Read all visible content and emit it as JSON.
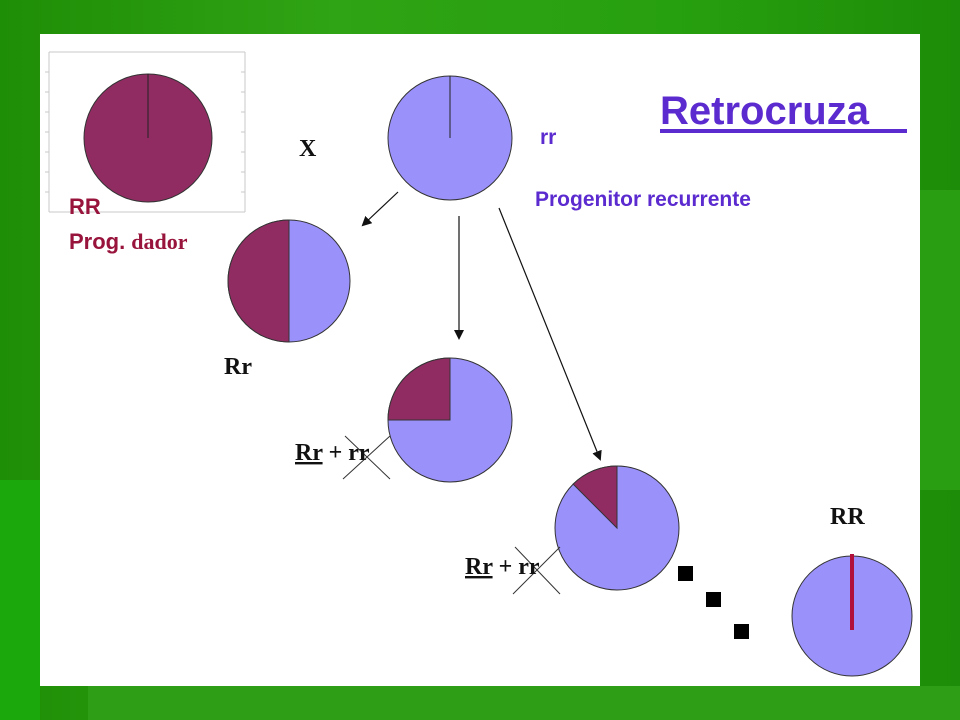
{
  "title": "Retrocruza",
  "colors": {
    "donor": "#912c62",
    "recurrent": "#9b91fb",
    "title": "#5b2bd0",
    "donor_label": "#98143c",
    "rr_marker": "#b0103a"
  },
  "labels": {
    "cross_symbol": "X",
    "recurrent_genotype": "rr",
    "recurrent_name": "Progenitor recurrente",
    "donor_genotype": "RR",
    "donor_name_a": "Prog.",
    "donor_name_b": "dador",
    "gen1_label": "Rr",
    "gen2_label_a": "Rr",
    "gen2_label_b": " + rr",
    "gen3_label_a": "Rr",
    "gen3_label_b": " + rr",
    "final_label": "RR"
  },
  "pies": [
    {
      "id": "donor",
      "donor_fraction": 1.0
    },
    {
      "id": "recurrent",
      "donor_fraction": 0.0
    },
    {
      "id": "gen1",
      "donor_fraction": 0.5
    },
    {
      "id": "gen2",
      "donor_fraction": 0.25
    },
    {
      "id": "gen3",
      "donor_fraction": 0.125
    },
    {
      "id": "final",
      "donor_fraction": 0.0
    }
  ]
}
